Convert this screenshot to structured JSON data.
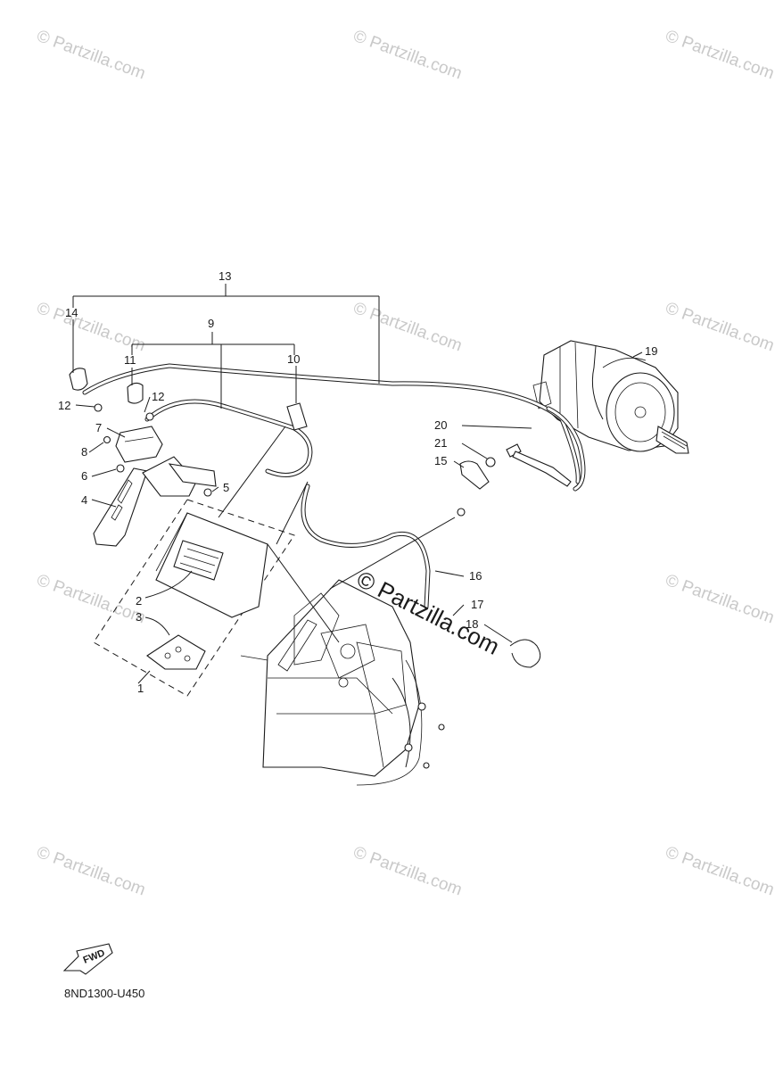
{
  "watermark": {
    "text": "© Partzilla.com"
  },
  "center_watermark": {
    "text": "© Partzilla.com"
  },
  "diagram_code": "8ND1300-U450",
  "fwd_label": "FWD",
  "callouts": {
    "c1": "1",
    "c2": "2",
    "c3": "3",
    "c4": "4",
    "c5": "5",
    "c6": "6",
    "c7": "7",
    "c8": "8",
    "c9": "9",
    "c10": "10",
    "c11": "11",
    "c12a": "12",
    "c12b": "12",
    "c13": "13",
    "c14": "14",
    "c15": "15",
    "c16": "16",
    "c17": "17",
    "c18": "18",
    "c19": "19",
    "c20": "20",
    "c21": "21"
  }
}
